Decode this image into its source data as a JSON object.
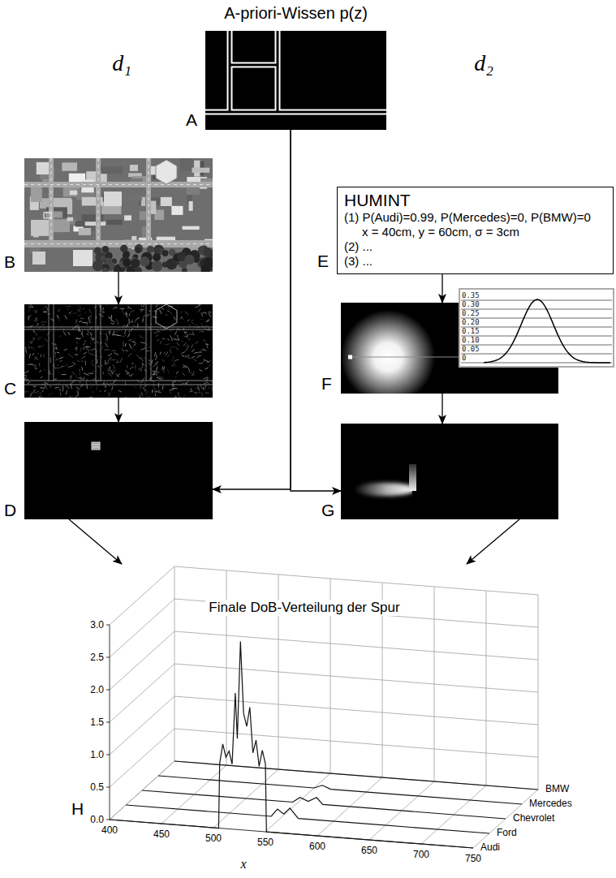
{
  "diagram": {
    "nodes": [
      {
        "text": [
          "A-priori-Wissen p(z)",
          "A"
        ]
      },
      {
        "text": [
          "B"
        ]
      },
      {
        "text": [
          "C"
        ]
      },
      {
        "text": [
          "D"
        ]
      },
      {
        "text": [
          "E",
          "HUMINT",
          "(1) P(Audi)=0.99, P(Mercedes)=0, P(BMW)=0 x = 40cm, y = 60cm, σ = 3cm",
          "(2) ...",
          "(3) ..."
        ]
      },
      {
        "text": [
          "F"
        ]
      },
      {
        "text": [
          "G"
        ]
      },
      {
        "text": [
          "H",
          "Finale DoB-Verteilung der Spur"
        ]
      }
    ],
    "edges": [
      {
        "from": 1,
        "to": 2,
        "arrow": "to"
      },
      {
        "from": 2,
        "to": 3,
        "arrow": "to"
      },
      {
        "from": 4,
        "to": 5,
        "arrow": "to"
      },
      {
        "from": 5,
        "to": 6,
        "arrow": "to"
      },
      {
        "from": 0,
        "to": 3,
        "arrow": "to"
      },
      {
        "from": 0,
        "to": 6,
        "arrow": "to"
      },
      {
        "from": 3,
        "to": 7,
        "arrow": "to"
      },
      {
        "from": 6,
        "to": 7,
        "arrow": "to"
      }
    ],
    "labels": [
      "d₁",
      "d₂",
      "0.35",
      "0.30",
      "0.25",
      "0.20",
      "0.15",
      "0.10",
      "0.05",
      "0",
      "3.0",
      "2.5",
      "2.0",
      "1.5",
      "1.0",
      "0.5",
      "0.0",
      "400",
      "450",
      "500",
      "550",
      "600",
      "650",
      "700",
      "750",
      "x",
      "BMW",
      "Mercedes",
      "Chevrolet",
      "Ford",
      "Audi"
    ]
  }
}
